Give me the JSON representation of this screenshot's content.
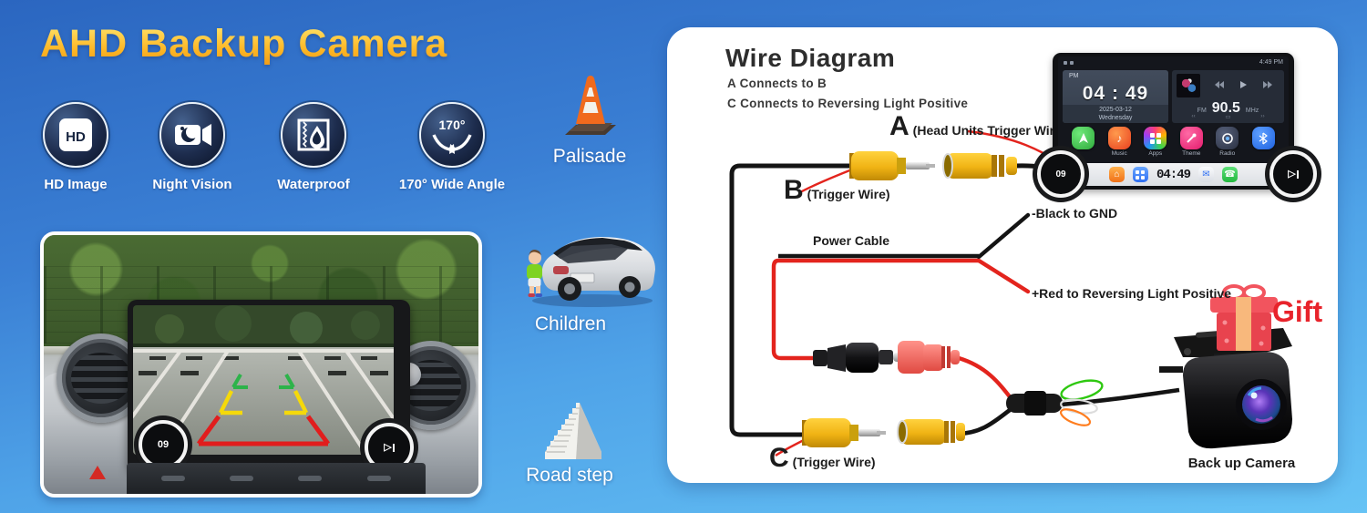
{
  "page": {
    "title": "AHD Backup Camera"
  },
  "features": [
    {
      "label": "HD Image",
      "glyph": "HD"
    },
    {
      "label": "Night Vision"
    },
    {
      "label": "Waterproof"
    },
    {
      "label": "170° Wide Angle",
      "glyph": "170°"
    }
  ],
  "obstacles": [
    {
      "label": "Palisade"
    },
    {
      "label": "Children"
    },
    {
      "label": "Road step"
    }
  ],
  "wire_diagram": {
    "title": "Wire Diagram",
    "note_a": "A Connects to B",
    "note_c": "C Connects to Reversing Light Positive",
    "label_a": "A",
    "label_a_desc": "(Head Units Trigger Wire)",
    "label_b": "B",
    "label_b_desc": "(Trigger Wire)",
    "label_c": "C",
    "label_c_desc": "(Trigger Wire)",
    "power_cable": "Power Cable",
    "black_gnd": "-Black to GND",
    "red_positive": "+Red to Reversing Light Positive",
    "gift_label": "Gift",
    "camera_label": "Back up Camera"
  },
  "head_unit": {
    "status_time": "4:49 PM",
    "clock_period": "PM",
    "clock": "04 : 49",
    "date": "2025-03-12",
    "weekday": "Wednesday",
    "radio_band": "FM",
    "radio_freq": "90.5",
    "radio_unit": "MHz",
    "app_labels": [
      "",
      "Music",
      "Apps",
      "Theme",
      "Radio",
      ""
    ],
    "dock_time": "04:49",
    "knob_left": "09"
  },
  "dashboard": {
    "knob_left": "09"
  },
  "colors": {
    "accent_yellow": "#fdb827",
    "wire_red": "#e3241d",
    "gift_red": "#e8232b"
  }
}
